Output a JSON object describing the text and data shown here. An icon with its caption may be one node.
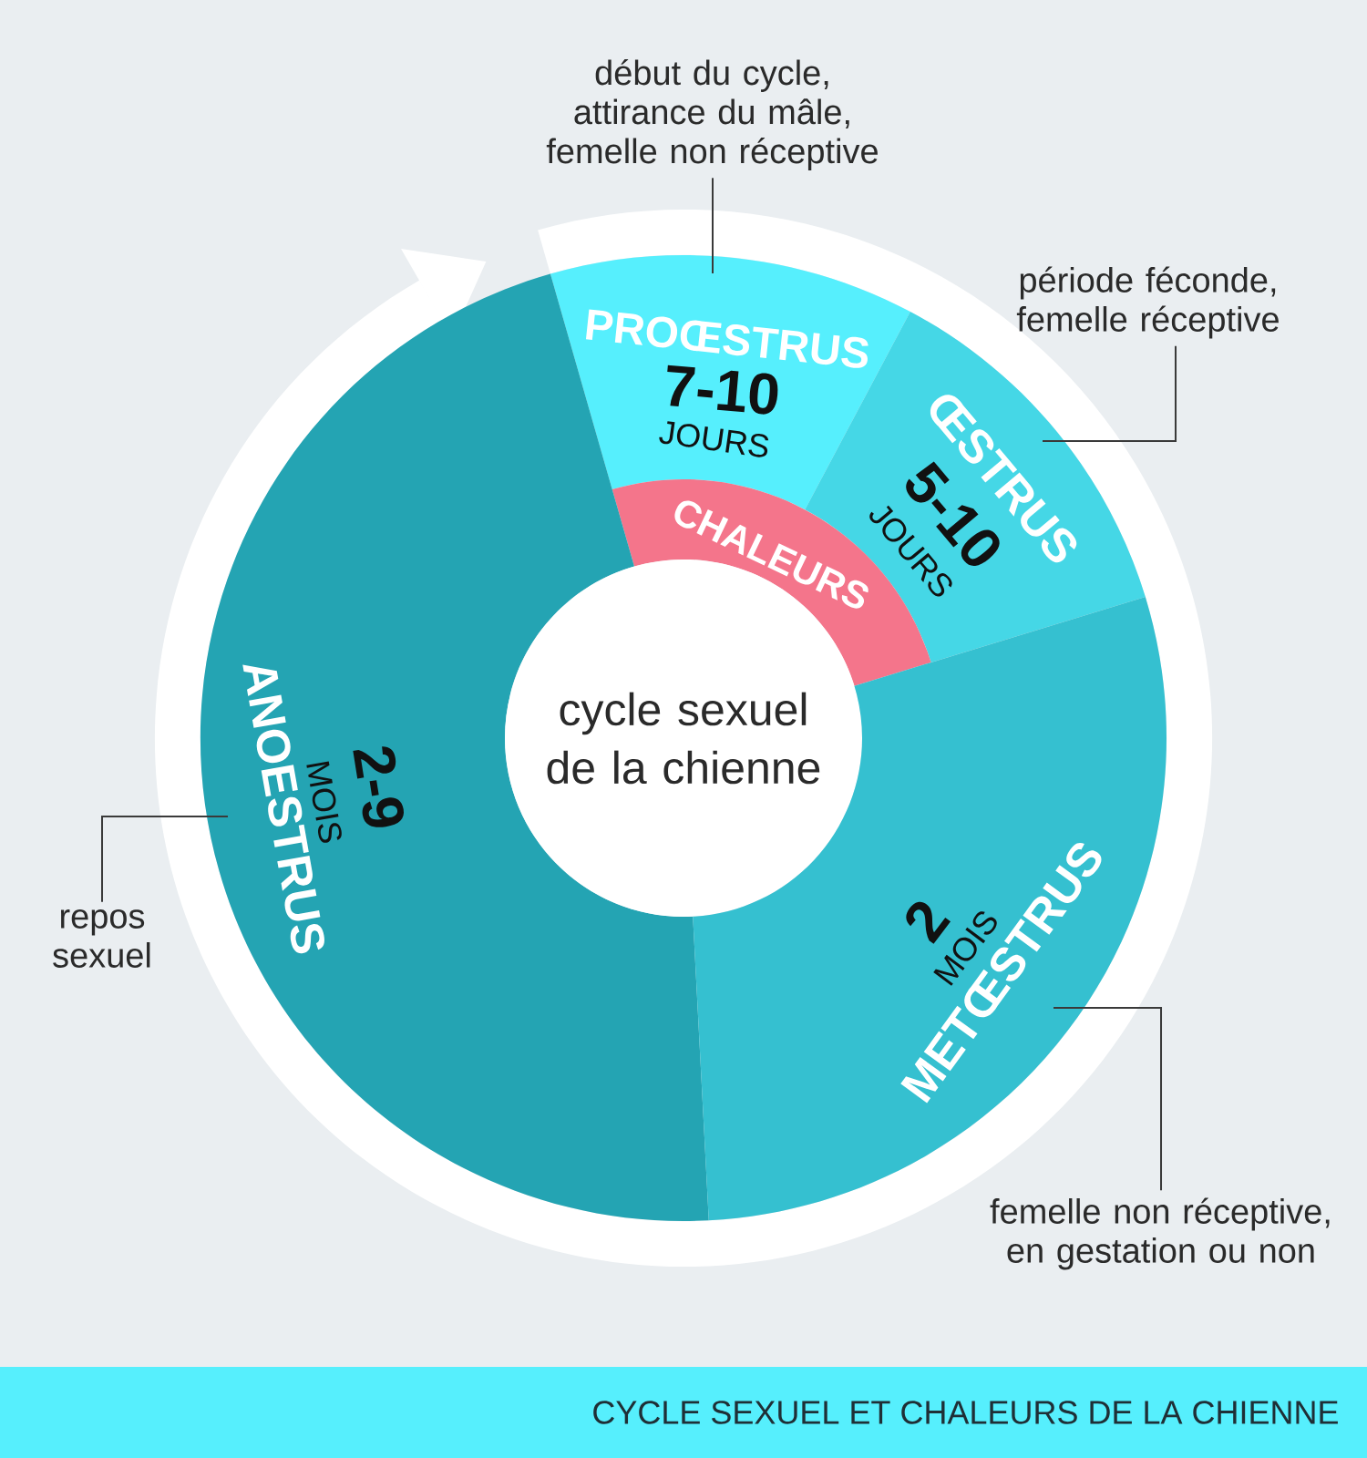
{
  "diagram": {
    "caption": "CYCLE SEXUEL ET CHALEURS DE LA CHIENNE",
    "nodes": [
      {
        "text": [
          "début du cycle, attirance du mâle, femelle non réceptive"
        ]
      },
      {
        "text": [
          "période féconde, femelle réceptive"
        ]
      },
      {
        "text": [
          "PROŒSTRUS",
          "7-10",
          "JOURS"
        ]
      },
      {
        "text": [
          "ŒSTRUS",
          "5-10",
          "JOURS"
        ]
      },
      {
        "text": [
          "CHALEURS"
        ]
      },
      {
        "text": [
          "ANOESTRUS",
          "2-9",
          "MOIS"
        ]
      },
      {
        "text": [
          "cycle sexuel de la chienne"
        ]
      },
      {
        "text": [
          "METŒSTRUS",
          "2",
          "MOIS"
        ]
      },
      {
        "text": [
          "repos sexuel"
        ]
      },
      {
        "text": [
          "femelle non réceptive, en gestation ou non"
        ]
      }
    ],
    "edges": [
      {
        "from": 0,
        "to": 2,
        "arrow": "none"
      },
      {
        "from": 1,
        "to": 3,
        "arrow": "none"
      },
      {
        "from": 8,
        "to": 5,
        "arrow": "none"
      },
      {
        "from": 9,
        "to": 7,
        "arrow": "none"
      }
    ]
  }
}
